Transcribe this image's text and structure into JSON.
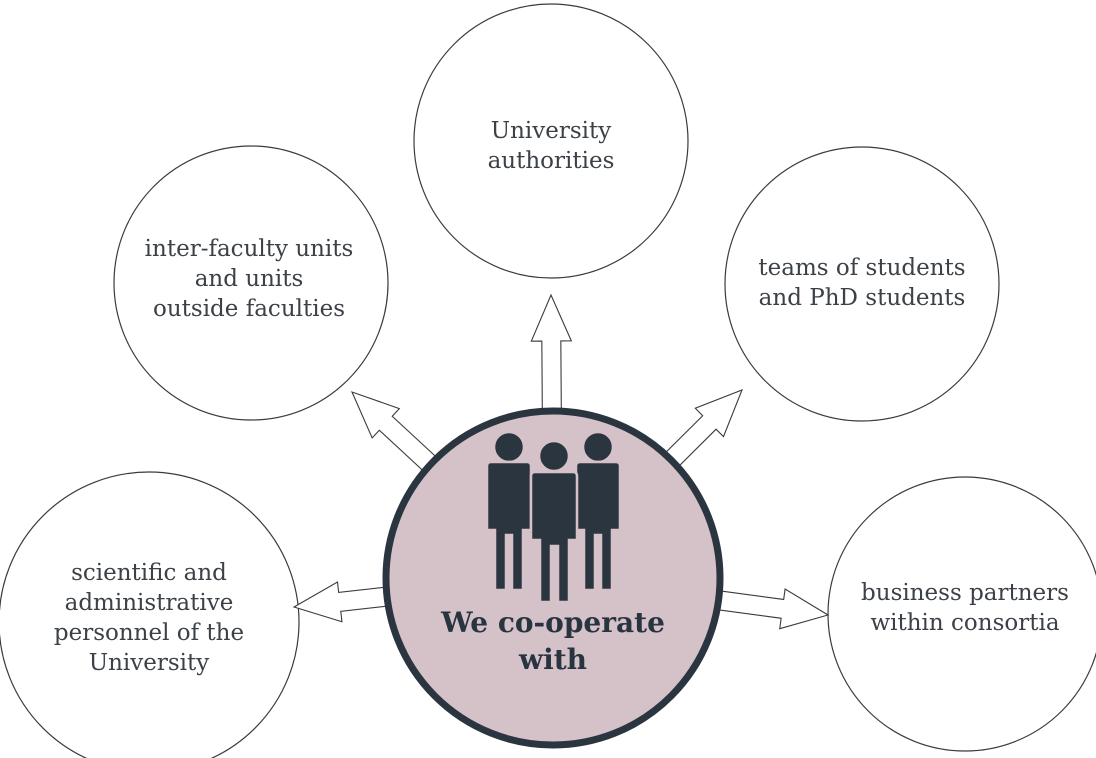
{
  "center": {
    "label_line1": "We co-operate",
    "label_line2": "with",
    "icon": "people-group-icon",
    "fill_color": "#d5c2c8",
    "stroke_color": "#2b3540"
  },
  "nodes": {
    "university_authorities": {
      "lines": [
        "University",
        "authorities"
      ]
    },
    "inter_faculty_units": {
      "lines": [
        "inter-faculty units",
        "and units",
        "outside faculties"
      ]
    },
    "teams_of_students": {
      "lines": [
        "teams of students",
        "and PhD students"
      ]
    },
    "scientific_personnel": {
      "lines": [
        "scientific and",
        "administrative",
        "personnel of the",
        "University"
      ]
    },
    "business_partners": {
      "lines": [
        "business partners",
        "within consortia"
      ]
    }
  }
}
